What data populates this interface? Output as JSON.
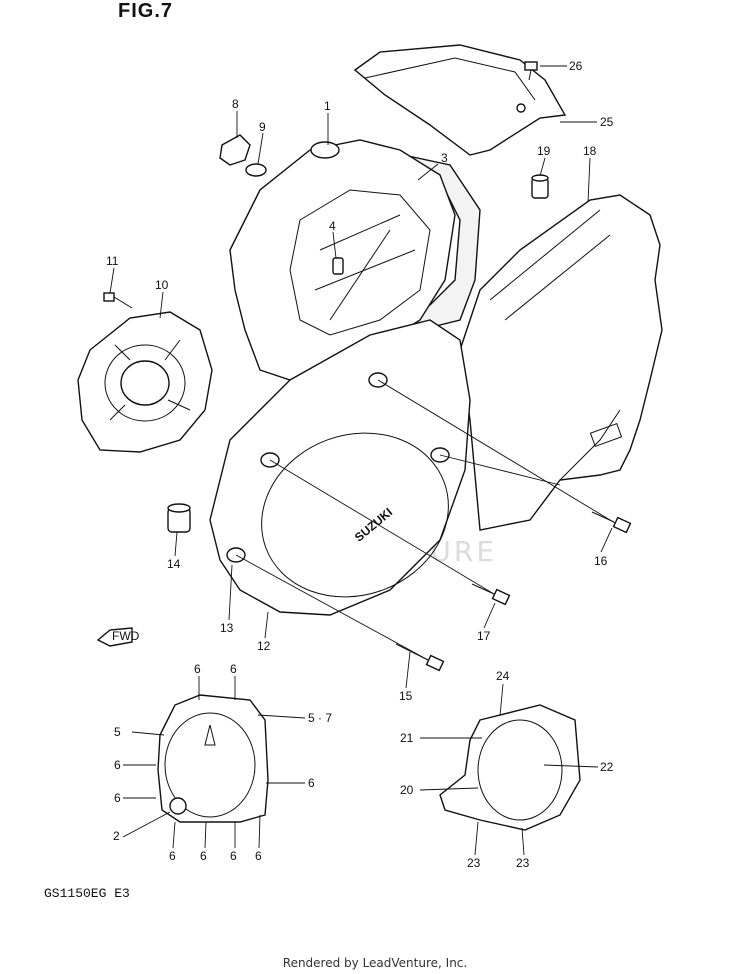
{
  "figure_label": "FIG.7",
  "model_code": "GS1150EG  E3",
  "credit": "Rendered by LeadVenture, Inc.",
  "watermark": "LEADVENTURE",
  "brand_on_cover": "SUZUKI",
  "fwd_label": "FWD",
  "callouts": [
    "1",
    "2",
    "3",
    "4",
    "5",
    "5 · 7",
    "6",
    "8",
    "9",
    "10",
    "11",
    "12",
    "13",
    "14",
    "15",
    "16",
    "17",
    "18",
    "19",
    "20",
    "21",
    "22",
    "23",
    "24",
    "25",
    "26"
  ]
}
